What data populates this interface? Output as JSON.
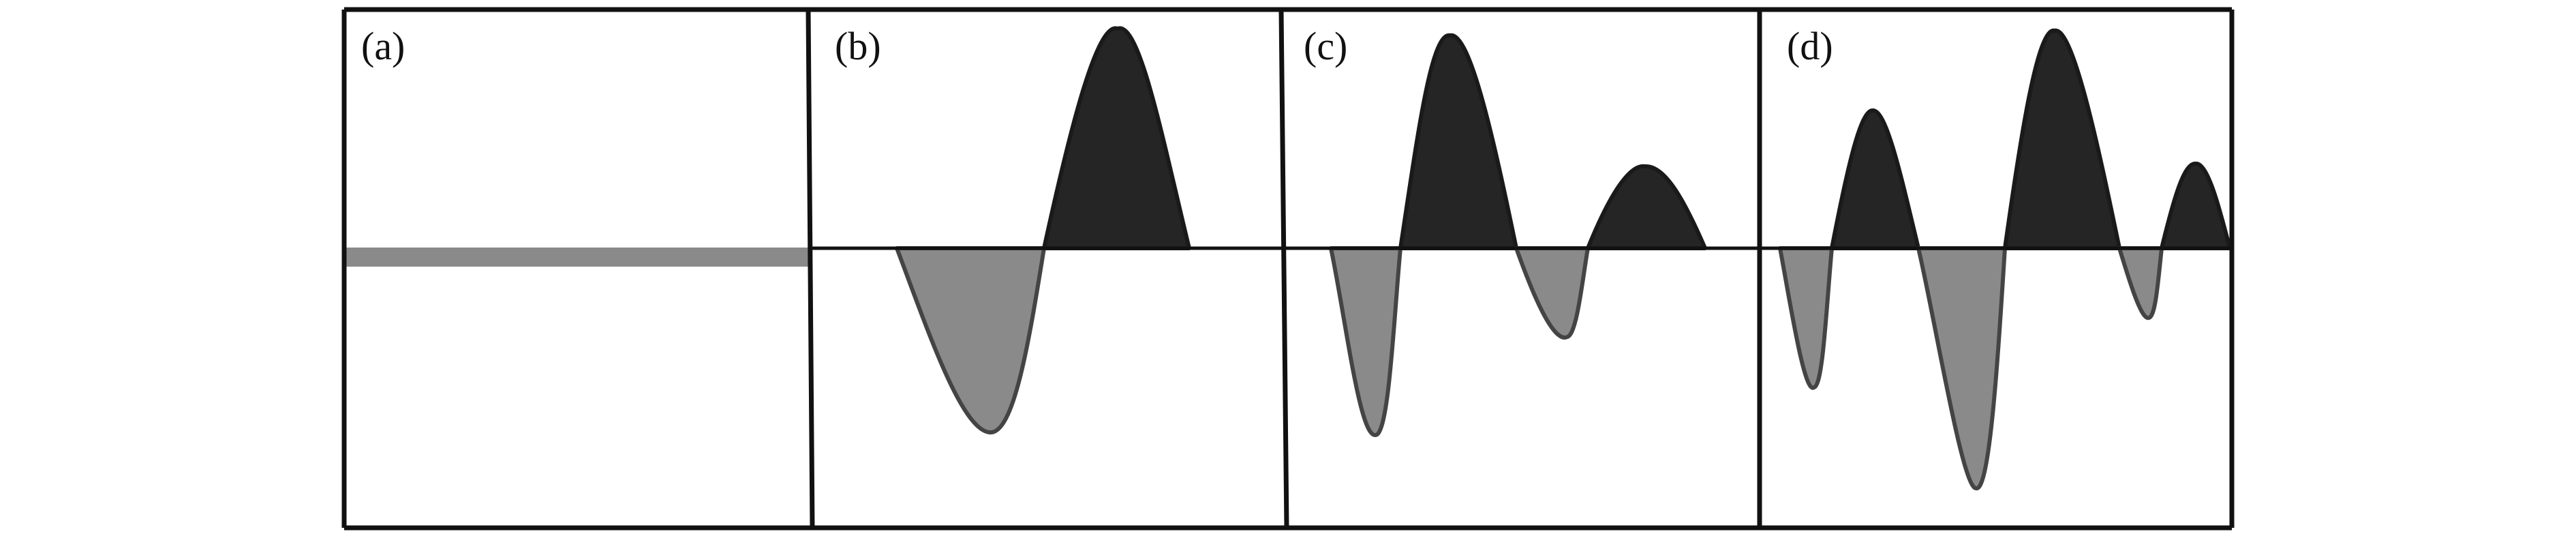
{
  "colors": {
    "positive_fill": "#252525",
    "negative_fill": "#8a8a8a",
    "flat_line": "#8a8a8a",
    "frame": "#111111",
    "background": "#ffffff"
  },
  "panels": [
    {
      "label": "(a)"
    },
    {
      "label": "(b)"
    },
    {
      "label": "(c)"
    },
    {
      "label": "(d)"
    }
  ]
}
